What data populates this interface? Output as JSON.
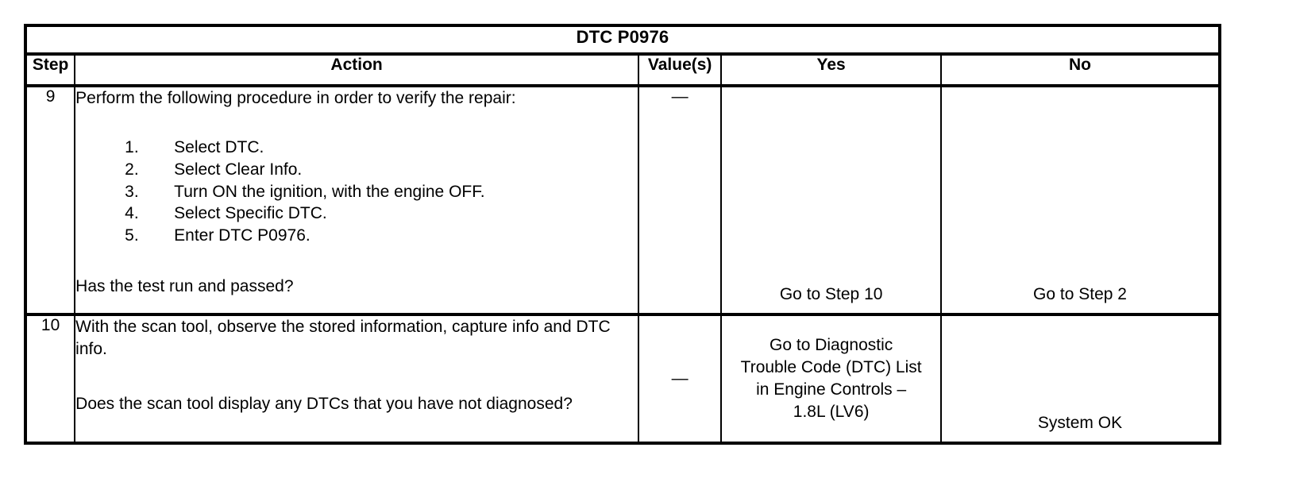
{
  "table": {
    "title": "DTC P0976",
    "columns": [
      {
        "key": "step",
        "label": "Step"
      },
      {
        "key": "action",
        "label": "Action"
      },
      {
        "key": "value",
        "label": "Value(s)"
      },
      {
        "key": "yes",
        "label": "Yes"
      },
      {
        "key": "no",
        "label": "No"
      }
    ],
    "rows": [
      {
        "step": "9",
        "action": {
          "intro": "Perform the following procedure in order to verify the repair:",
          "steps": [
            "Select DTC.",
            "Select Clear Info.",
            "Turn ON the ignition, with the engine OFF.",
            "Select Specific DTC.",
            "Enter DTC P0976."
          ],
          "question": "Has the test run and passed?"
        },
        "value": "—",
        "yes": "Go to Step 10",
        "no": "Go to Step 2"
      },
      {
        "step": "10",
        "action": {
          "intro": "With the scan tool, observe the stored information, capture info and DTC info.",
          "steps": [],
          "question": "Does the scan tool display any DTCs that you have not diagnosed?"
        },
        "value": "—",
        "yes_lines": [
          "Go to Diagnostic",
          "Trouble Code (DTC) List",
          "in Engine Controls –",
          "1.8L (LV6)"
        ],
        "no": "System OK"
      }
    ]
  },
  "colors": {
    "border": "#000000",
    "text": "#000000",
    "background": "#ffffff"
  }
}
